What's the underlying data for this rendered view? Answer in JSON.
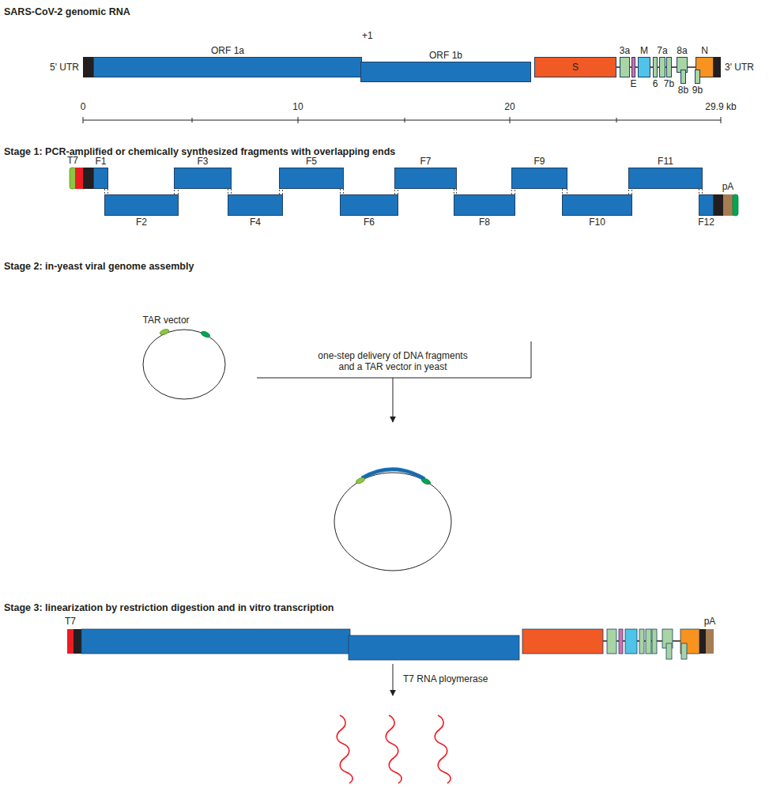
{
  "diagram": {
    "nodes": [
      {
        "text": [
          "ORF 1a"
        ]
      },
      {
        "text": [
          "ORF 1b"
        ]
      },
      {
        "text": [
          "S"
        ]
      },
      {
        "text": [
          "3a"
        ]
      },
      {
        "text": [
          "E"
        ]
      },
      {
        "text": [
          "M"
        ]
      },
      {
        "text": [
          "6"
        ]
      },
      {
        "text": [
          "7a"
        ]
      },
      {
        "text": [
          "7b"
        ]
      },
      {
        "text": [
          "8a"
        ]
      },
      {
        "text": [
          "8b"
        ]
      },
      {
        "text": [
          "9b"
        ]
      },
      {
        "text": [
          "N"
        ]
      },
      {
        "text": [
          "F1"
        ]
      },
      {
        "text": [
          "F2"
        ]
      },
      {
        "text": [
          "F3"
        ]
      },
      {
        "text": [
          "F4"
        ]
      },
      {
        "text": [
          "F5"
        ]
      },
      {
        "text": [
          "F6"
        ]
      },
      {
        "text": [
          "F7"
        ]
      },
      {
        "text": [
          "F8"
        ]
      },
      {
        "text": [
          "F9"
        ]
      },
      {
        "text": [
          "F10"
        ]
      },
      {
        "text": [
          "F11"
        ]
      },
      {
        "text": [
          "F12"
        ]
      }
    ],
    "edges": [
      {
        "from": 13,
        "to": 14,
        "arrow": "none"
      },
      {
        "from": 14,
        "to": 15,
        "arrow": "none"
      },
      {
        "from": 15,
        "to": 16,
        "arrow": "none"
      },
      {
        "from": 16,
        "to": 17,
        "arrow": "none"
      },
      {
        "from": 17,
        "to": 18,
        "arrow": "none"
      },
      {
        "from": 18,
        "to": 19,
        "arrow": "none"
      },
      {
        "from": 19,
        "to": 20,
        "arrow": "none"
      },
      {
        "from": 20,
        "to": 21,
        "arrow": "none"
      },
      {
        "from": 21,
        "to": 22,
        "arrow": "none"
      },
      {
        "from": 22,
        "to": 23,
        "arrow": "none"
      },
      {
        "from": 23,
        "to": 24,
        "arrow": "none"
      }
    ],
    "labels": [
      "SARS-CoV-2 genomic RNA",
      "5' UTR",
      "+1",
      "3' UTR",
      "0",
      "10",
      "20",
      "29.9 kb",
      "Stage 1: PCR-amplified  or chemically synthesized fragments with overlapping ends",
      "T7",
      "pA",
      "Stage 2: in-yeast viral genome assembly",
      "TAR  vector",
      "one-step delivery of DNA fragments and a TAR vector in yeast",
      "Stage 3: linearization by restriction digestion and in vitro transcription",
      "T7",
      "pA",
      "T7 RNA ploymerase"
    ]
  }
}
